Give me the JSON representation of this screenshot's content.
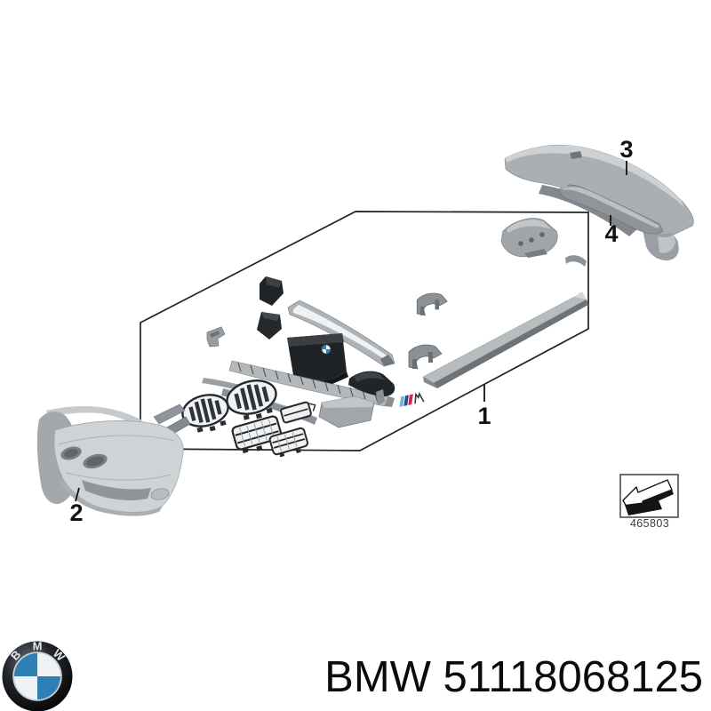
{
  "diagram": {
    "callouts": [
      {
        "label": "1"
      },
      {
        "label": "2"
      },
      {
        "label": "3"
      },
      {
        "label": "4"
      }
    ],
    "direction_box": {
      "code": "465803"
    }
  },
  "footer": {
    "part_number": "BMW 51118068125",
    "logo_letters": [
      "B",
      "M",
      "W"
    ]
  },
  "colors": {
    "bmw_blue": "#2e7fb3",
    "m_light_blue": "#6fb3dc",
    "m_dark_blue": "#1c4f8f",
    "m_red": "#d6224c",
    "outline": "#222222"
  }
}
